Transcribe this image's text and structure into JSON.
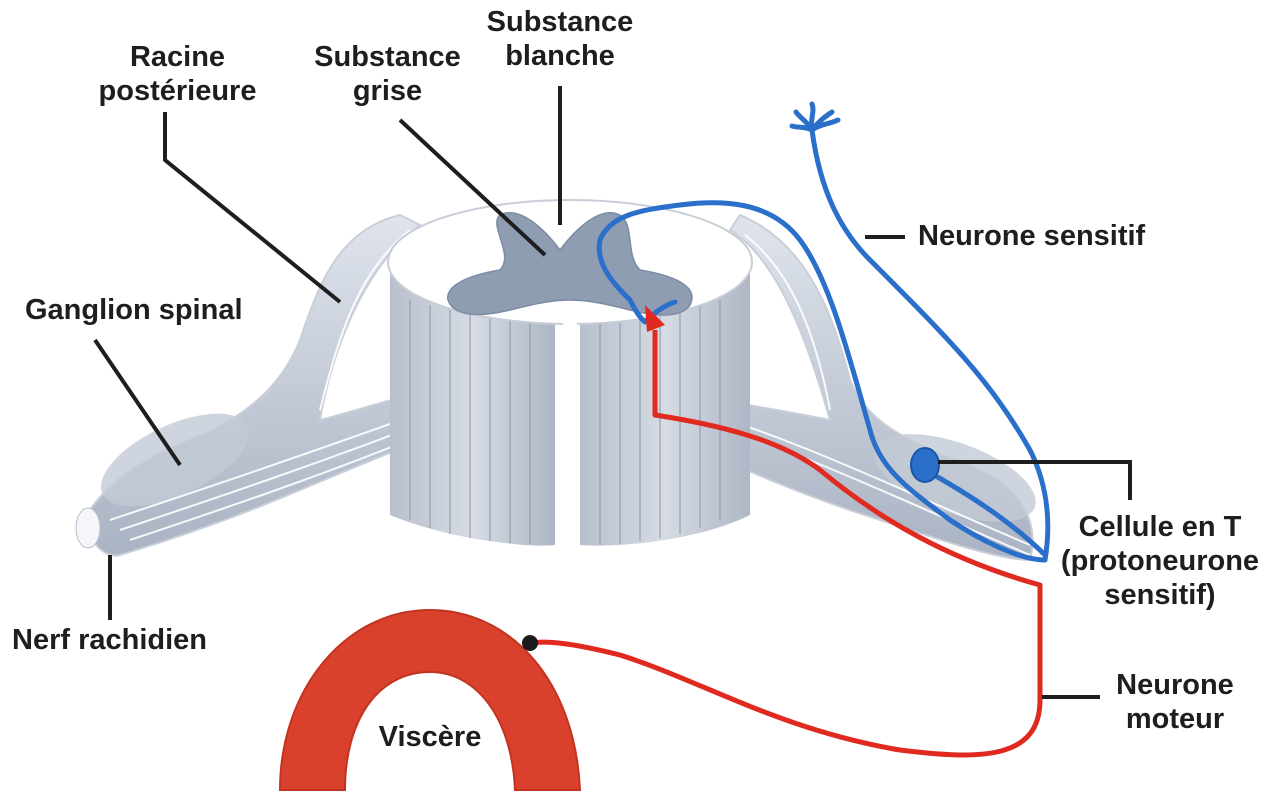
{
  "labels": {
    "racine_posterieure": [
      "Racine",
      "postérieure"
    ],
    "substance_grise": [
      "Substance",
      "grise"
    ],
    "substance_blanche": [
      "Substance",
      "blanche"
    ],
    "neurone_sensitif": "Neurone sensitif",
    "ganglion_spinal": "Ganglion spinal",
    "nerf_rachidien": "Nerf rachidien",
    "cellule_en_t": [
      "Cellule en T",
      "(protoneurone",
      "sensitif)"
    ],
    "neurone_moteur": [
      "Neurone",
      "moteur"
    ],
    "viscere": "Viscère"
  },
  "colors": {
    "sensory_neuron": "#2a6fc9",
    "motor_neuron": "#e02a1f",
    "viscera": "#d9412c",
    "grey_matter": "#8f9db3",
    "white_matter_shading": "#b9c1cf",
    "leader_line": "#1e1e1e"
  }
}
